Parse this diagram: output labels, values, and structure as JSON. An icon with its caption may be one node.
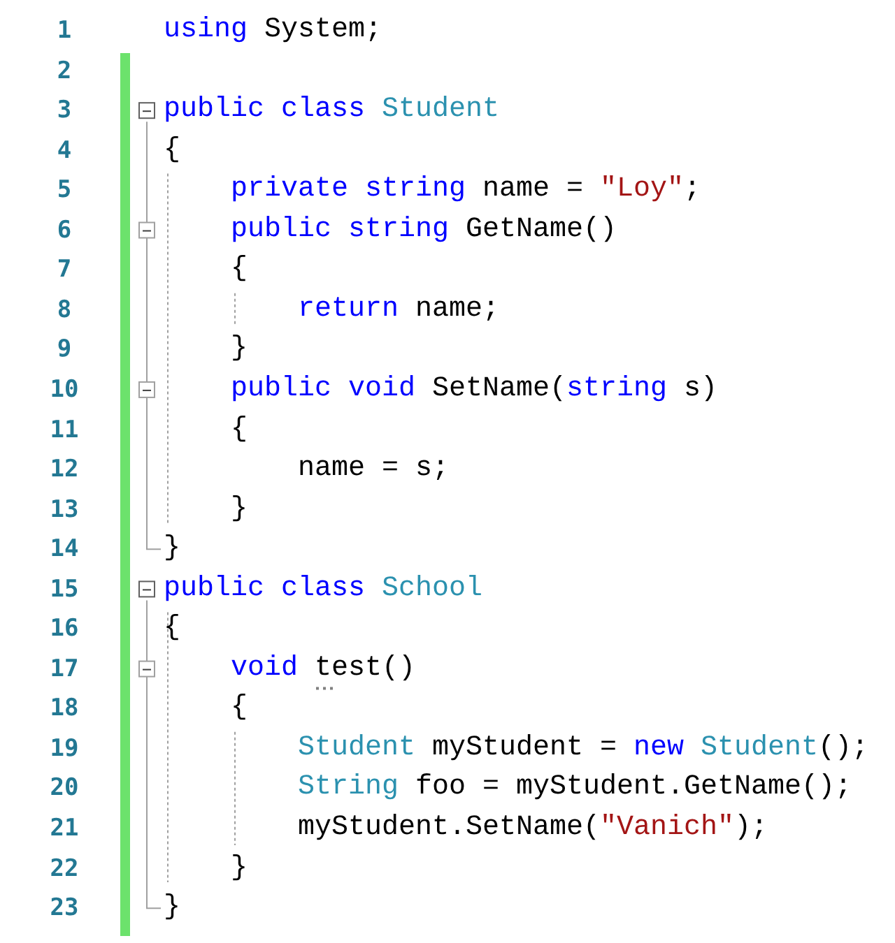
{
  "diagram": {
    "labels": [
      "1",
      "using",
      "System;",
      "2",
      "3",
      "public",
      "class",
      "Student",
      "4",
      "{",
      "5",
      "private",
      "string",
      "name =",
      "\"Loy\"",
      ";",
      "6",
      "public",
      "string",
      "GetName()",
      "7",
      "{",
      "8",
      "return",
      "name;",
      "9",
      "}",
      "10",
      "public",
      "void",
      "SetName(",
      "string",
      "s)",
      "11",
      "{",
      "12",
      "name = s;",
      "13",
      "}",
      "14",
      "}",
      "15",
      "public",
      "class",
      "School",
      "16",
      "{",
      "17",
      "void",
      "test()",
      "18",
      "{",
      "19",
      "Student",
      "myStudent =",
      "new",
      "Student",
      "();",
      "20",
      "String",
      "foo = myStudent.GetName();",
      "21",
      "myStudent.SetName(",
      "\"Vanich\"",
      ");",
      "22",
      "}",
      "23",
      "}"
    ]
  }
}
